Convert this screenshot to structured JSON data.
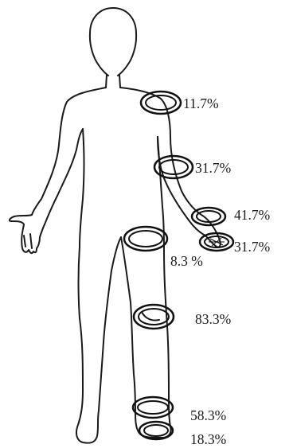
{
  "colors": {
    "background": "#ffffff",
    "outline": "#1a1a1a",
    "ring": "#111111"
  },
  "annotations": [
    {
      "id": "upper-arm",
      "label": "11.7%"
    },
    {
      "id": "forearm",
      "label": "31.7%"
    },
    {
      "id": "wrist-upper",
      "label": "41.7%"
    },
    {
      "id": "wrist-lower",
      "label": "31.7%"
    },
    {
      "id": "thigh",
      "label": "8.3 %"
    },
    {
      "id": "knee",
      "label": "83.3%"
    },
    {
      "id": "ankle-upper",
      "label": "58.3%"
    },
    {
      "id": "ankle-lower",
      "label": "18.3%"
    }
  ]
}
